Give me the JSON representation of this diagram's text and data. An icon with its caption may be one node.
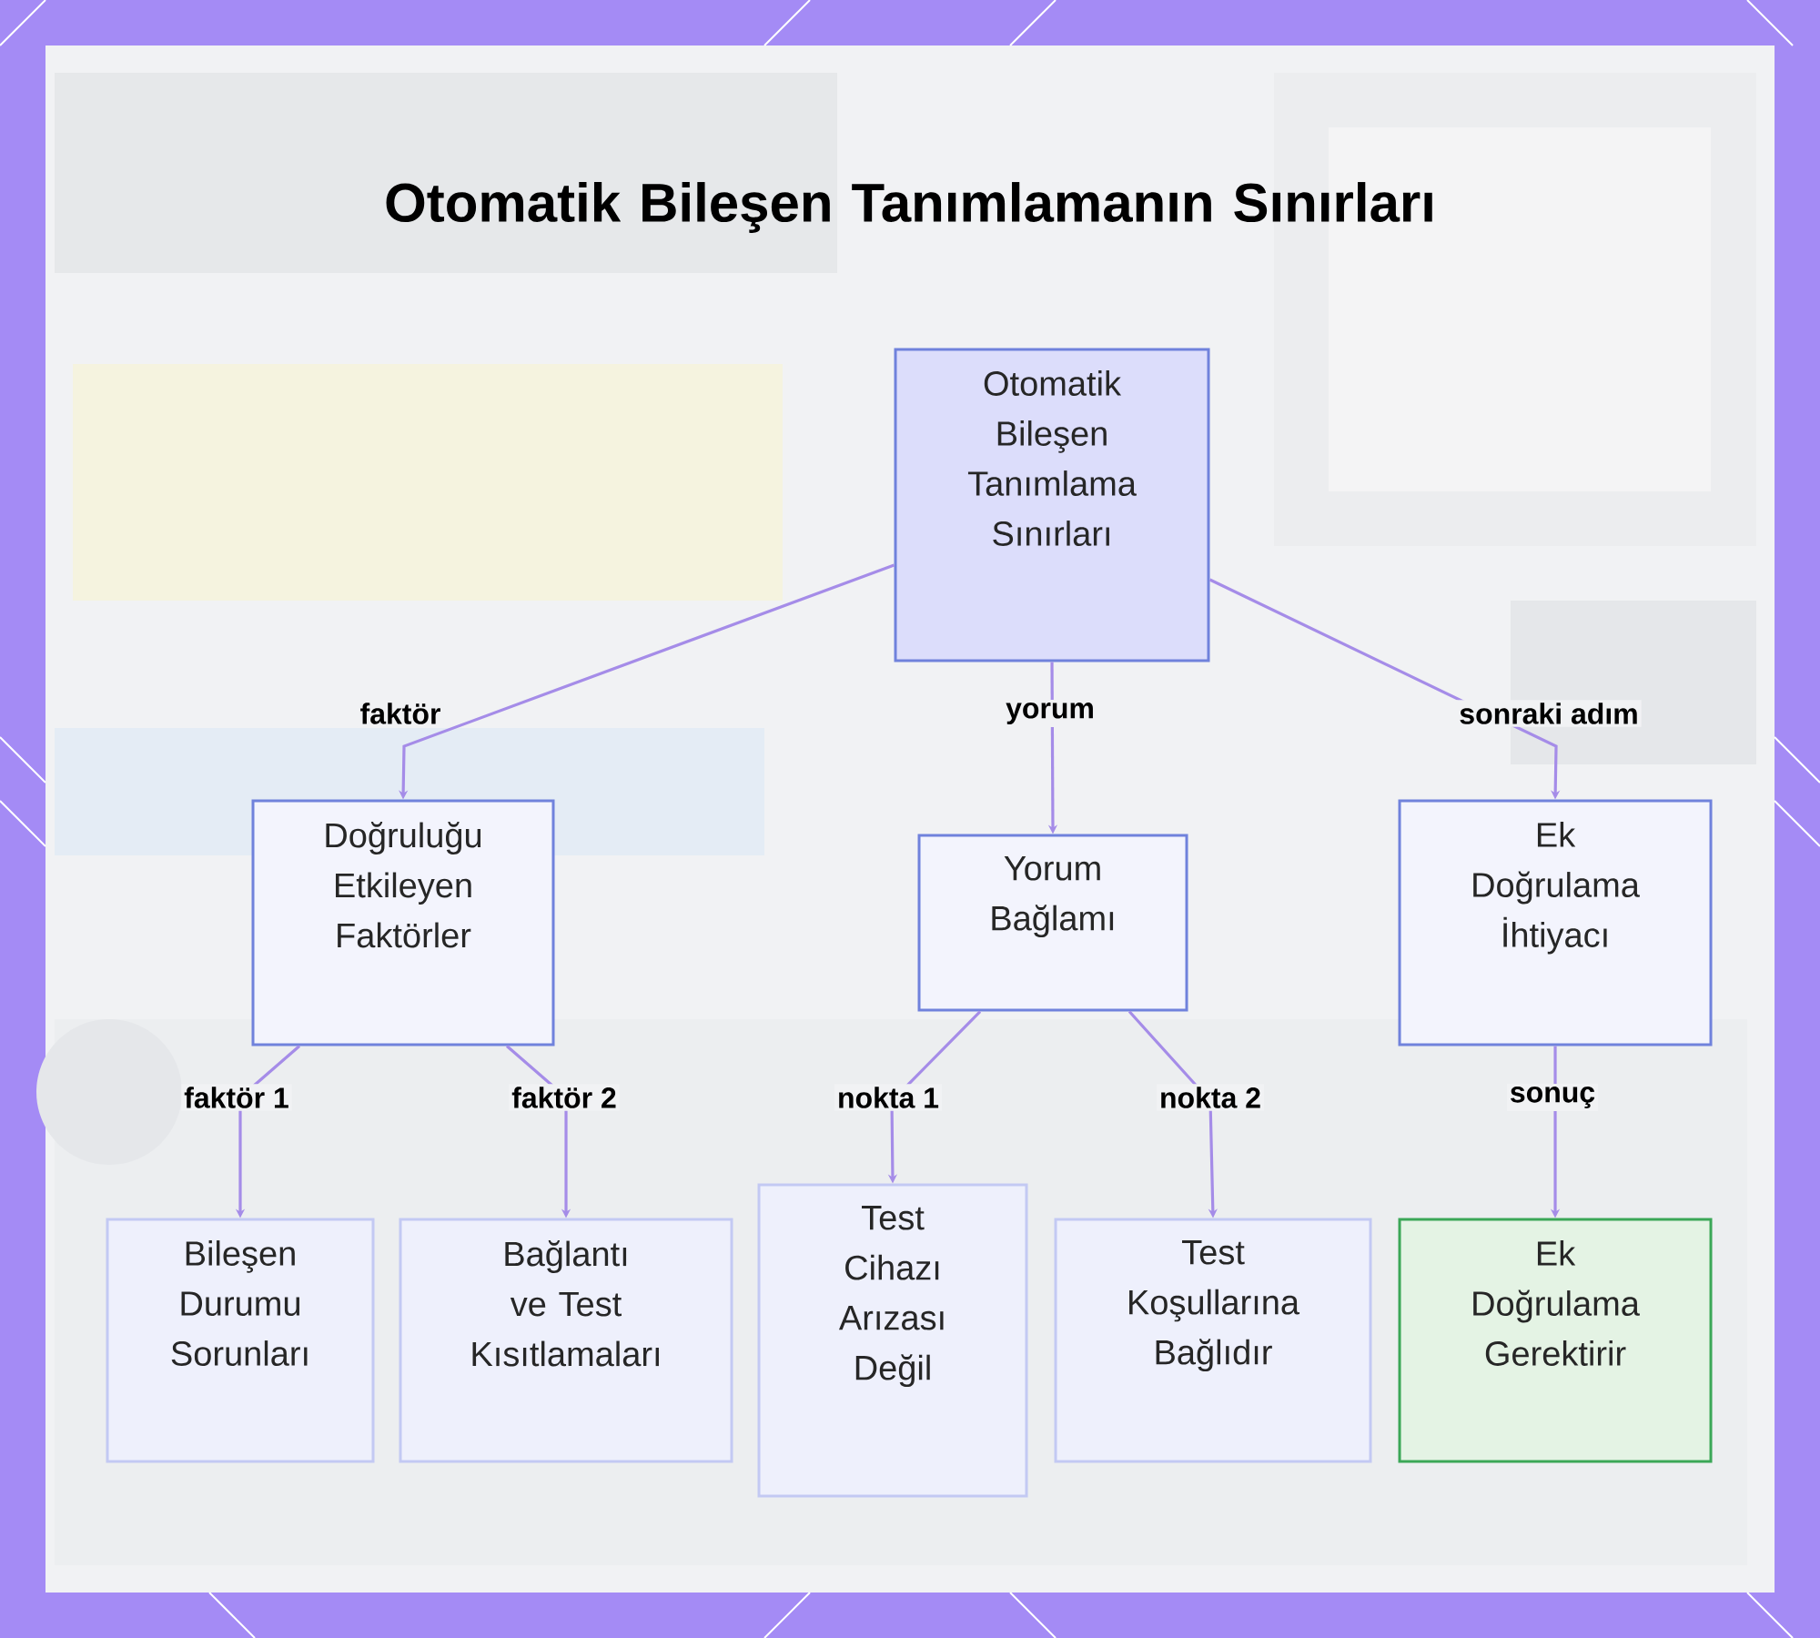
{
  "diagram": {
    "title": "Otomatik Bileşen Tanımlamanın Sınırları",
    "nodes": [
      {
        "text": [
          "Otomatik Bileşen Tanımlama Sınırları"
        ]
      },
      {
        "text": [
          "Doğruluğu Etkileyen Faktörler"
        ]
      },
      {
        "text": [
          "Yorum Bağlamı"
        ]
      },
      {
        "text": [
          "Ek Doğrulama İhtiyacı"
        ]
      },
      {
        "text": [
          "Bileşen Durumu Sorunları"
        ]
      },
      {
        "text": [
          "Bağlantı ve Test Kısıtlamaları"
        ]
      },
      {
        "text": [
          "Test Cihazı Arızası Değil"
        ]
      },
      {
        "text": [
          "Test Koşullarına Bağlıdır"
        ]
      },
      {
        "text": [
          "Ek Doğrulama Gerektirir"
        ]
      }
    ],
    "edges": [
      {
        "from": 0,
        "to": 1,
        "arrow": "to",
        "label": "faktör"
      },
      {
        "from": 0,
        "to": 2,
        "arrow": "to",
        "label": "yorum"
      },
      {
        "from": 0,
        "to": 3,
        "arrow": "to",
        "label": "sonraki adım"
      },
      {
        "from": 1,
        "to": 4,
        "arrow": "to",
        "label": "faktör 1"
      },
      {
        "from": 1,
        "to": 5,
        "arrow": "to",
        "label": "faktör 2"
      },
      {
        "from": 2,
        "to": 6,
        "arrow": "to",
        "label": "nokta 1"
      },
      {
        "from": 2,
        "to": 7,
        "arrow": "to",
        "label": "nokta 2"
      },
      {
        "from": 3,
        "to": 8,
        "arrow": "to",
        "label": "sonuç"
      }
    ]
  }
}
